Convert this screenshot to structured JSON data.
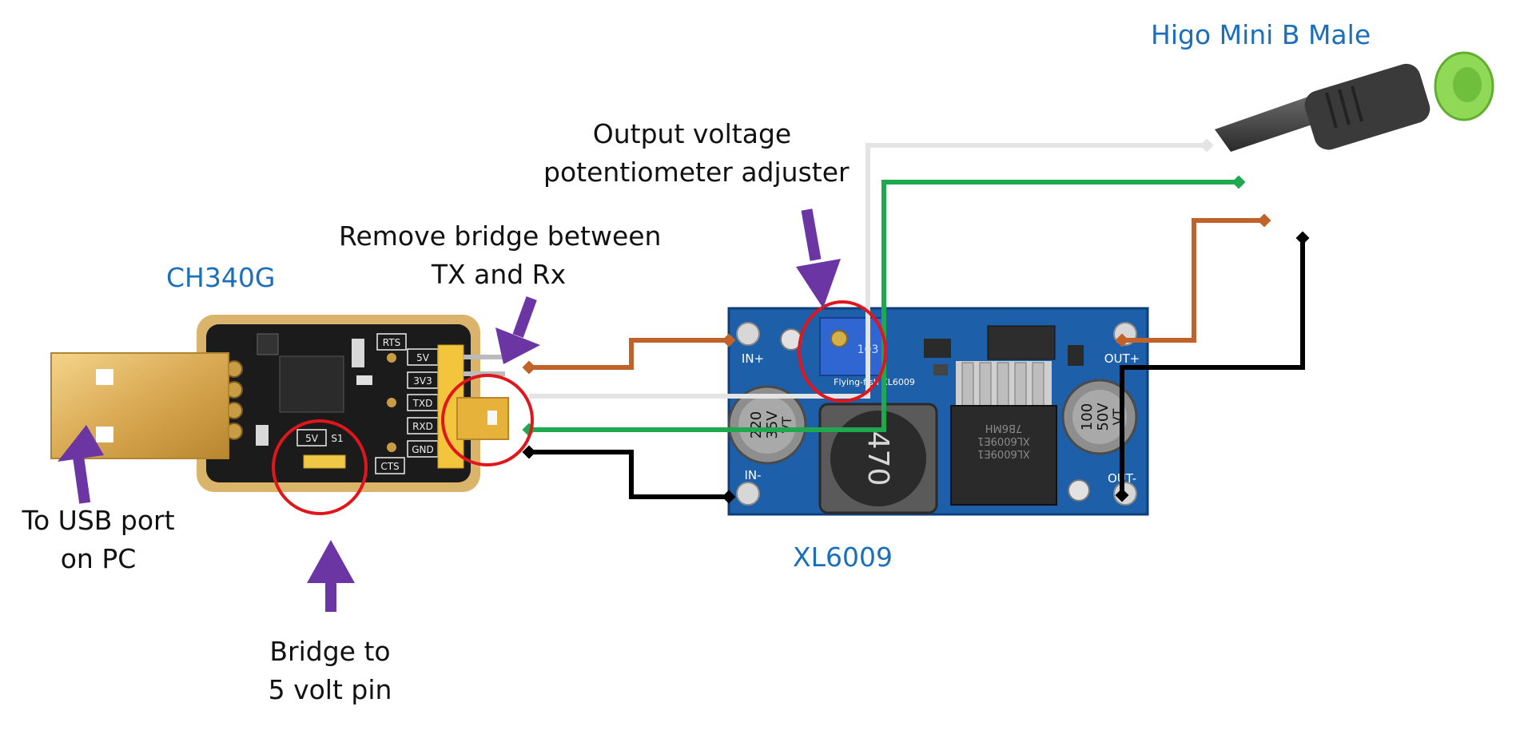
{
  "labels": {
    "higo": "Higo Mini B Male",
    "ch340g": "CH340G",
    "xl6009": "XL6009",
    "output_voltage": [
      "Output voltage",
      "potentiometer adjuster"
    ],
    "remove_bridge": [
      "Remove bridge between",
      "TX and Rx"
    ],
    "usb_port": [
      "To USB port",
      "on PC"
    ],
    "bridge_5v": [
      "Bridge to",
      "5 volt pin"
    ]
  },
  "ch340g_pins": [
    "RTS",
    "5V",
    "3V3",
    "TXD",
    "RXD",
    "GND",
    "CTS"
  ],
  "ch340g_jumper": [
    "5V",
    "S1"
  ],
  "xl6009_markings": {
    "in_plus": "IN+",
    "in_minus": "IN-",
    "out_plus": "OUT+",
    "out_minus": "OUT-",
    "cap_left": [
      "220",
      "35V",
      "VT"
    ],
    "cap_right": [
      "100",
      "50V",
      "VT"
    ],
    "inductor": "470",
    "chip": [
      "XL6009E1",
      "XL6009E1",
      "7B6MH"
    ],
    "pot": [
      "103",
      "Flying-fish XL6009"
    ]
  },
  "colors": {
    "label_blue": "#1a6fbd",
    "arrow_purple": "#6b36a3",
    "circle_red": "#e0161c",
    "wire_brown": "#c0622a",
    "wire_white": "#e4e4e4",
    "wire_green": "#1fa84f",
    "wire_black": "#000000",
    "pcb_blue": "#1d5fa8",
    "pcb_black": "#1a1a1a",
    "pcb_gold": "#d9a953",
    "connector_green": "#8fd957"
  }
}
